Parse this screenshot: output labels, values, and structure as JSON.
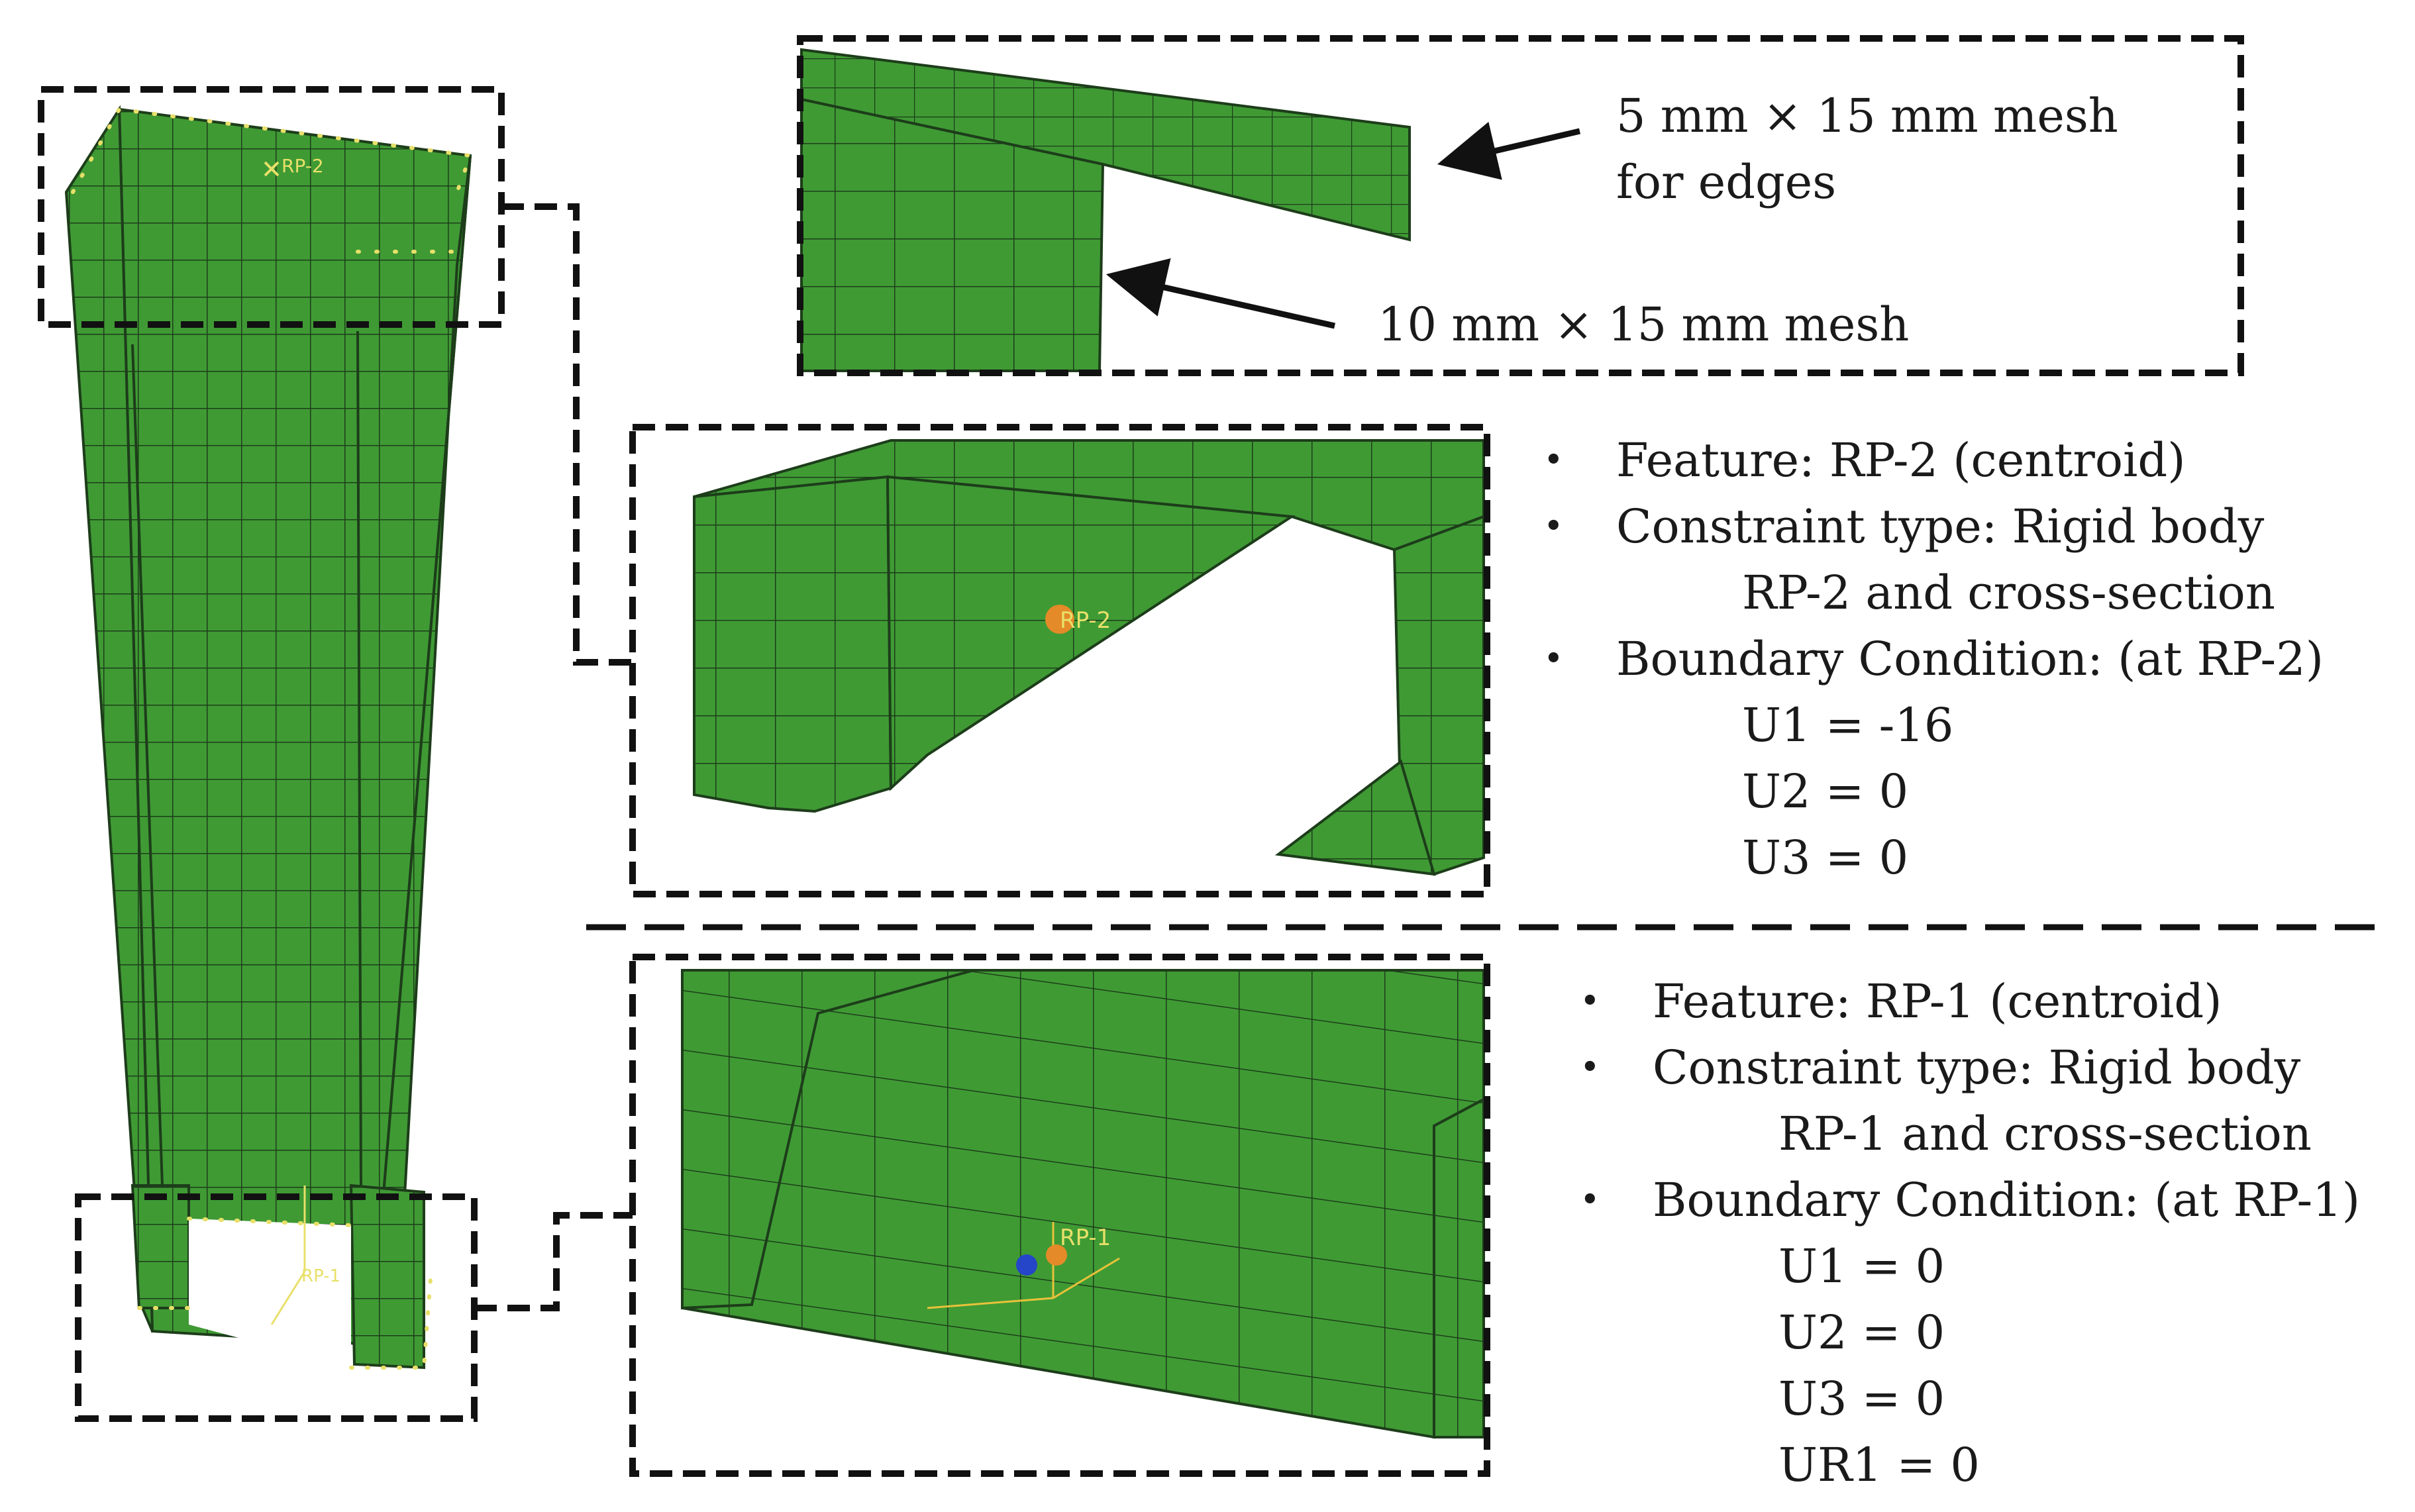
{
  "colors": {
    "mesh_fill": "#3f9a34",
    "mesh_line": "#1d3d1a",
    "dash": "#111111",
    "bc_marker": "#e8e06a"
  },
  "mesh_callout": {
    "edges_label_line1": "5 mm × 15 mm mesh",
    "edges_label_line2": "for edges",
    "body_label": "10 mm × 15 mm mesh"
  },
  "top_model_labels": {
    "rp2": "RP-2",
    "rp1": "RP-1"
  },
  "top_section": {
    "bullet_1": "Feature: RP-2 (centroid)",
    "bullet_2": "Constraint type: Rigid body",
    "bullet_2_cont": "RP-2  and cross-section",
    "bullet_3": "Boundary Condition: (at RP-2)",
    "values": [
      "U1 = -16",
      "U2 = 0",
      "U3 = 0"
    ]
  },
  "bottom_section": {
    "bullet_1": "Feature: RP-1 (centroid)",
    "bullet_2": "Constraint type: Rigid body",
    "bullet_2_cont": "RP-1  and cross-section",
    "bullet_3": "Boundary Condition: (at RP-1)",
    "values": [
      "U1 = 0",
      "U2 = 0",
      "U3 = 0",
      "UR1 = 0"
    ]
  },
  "bullet_glyph": "•"
}
